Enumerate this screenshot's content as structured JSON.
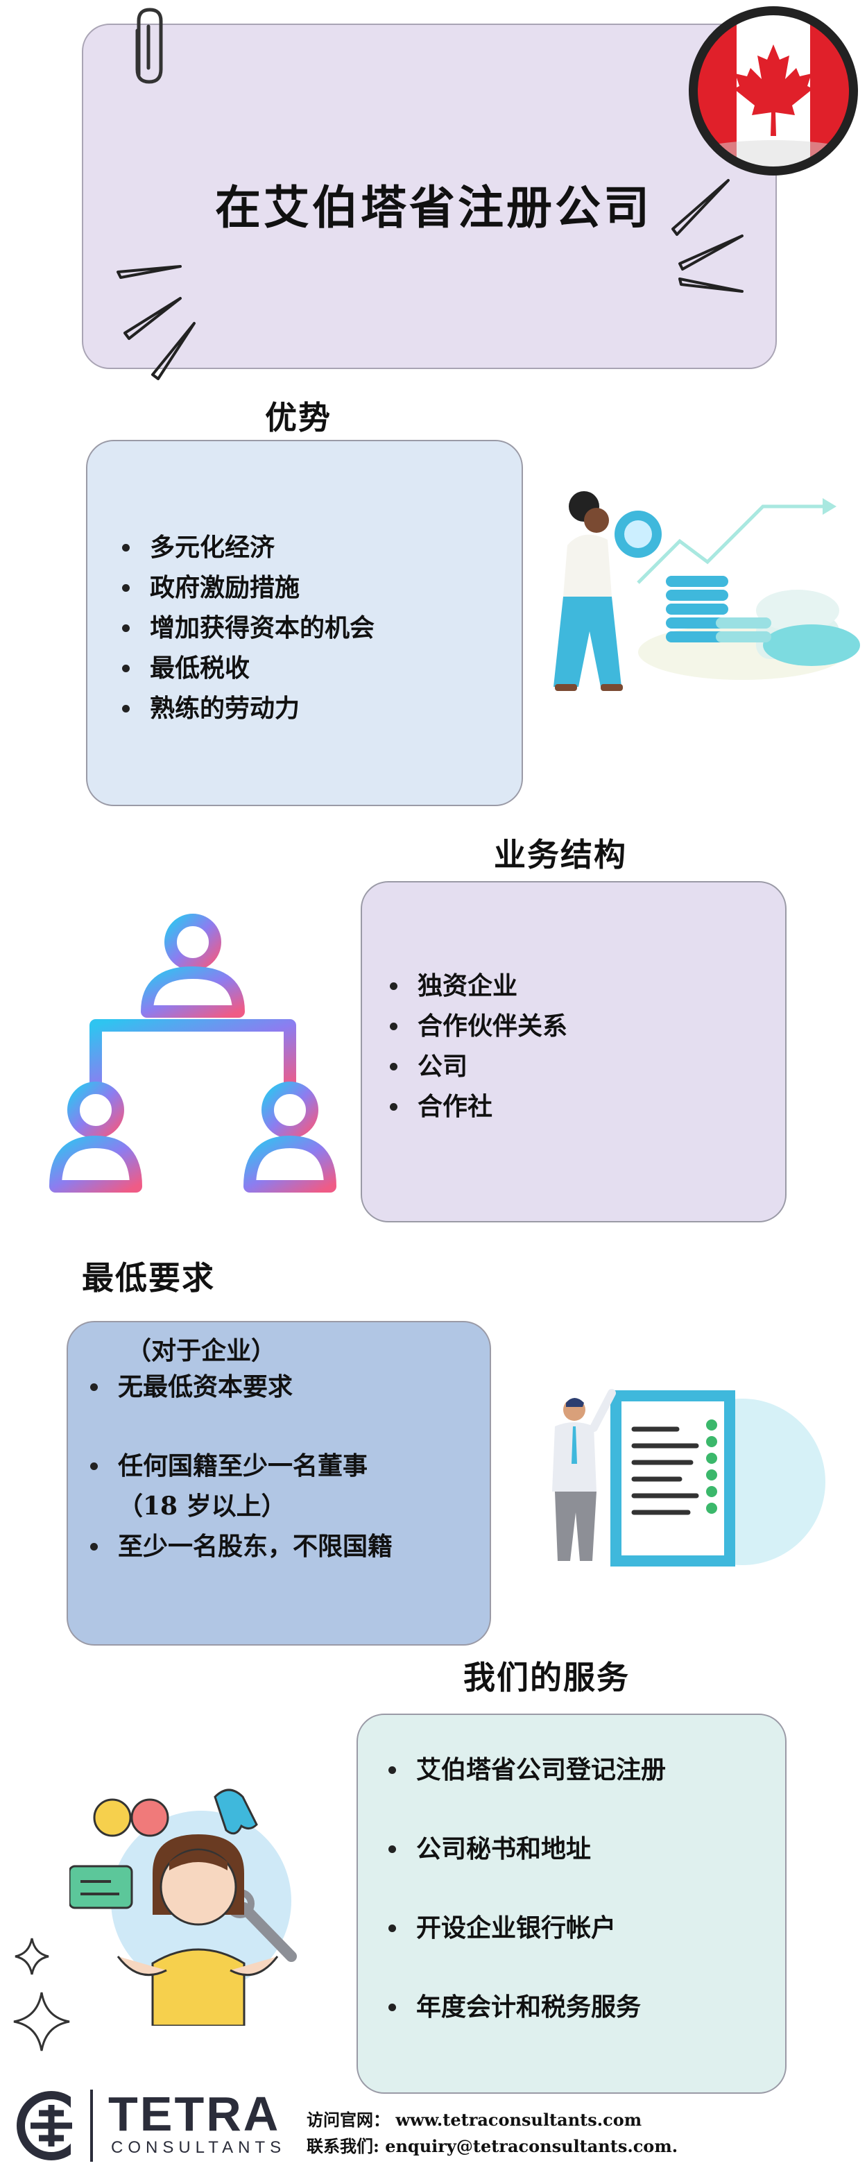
{
  "header": {
    "title": "在艾伯塔省注册公司"
  },
  "advantages": {
    "heading": "优势",
    "items": [
      "多元化经济",
      "政府激励措施",
      "增加获得资本的机会",
      "最低税收",
      "熟练的劳动力"
    ]
  },
  "business_structure": {
    "heading": "业务结构",
    "items": [
      "独资企业",
      "合作伙伴关系",
      "公司",
      "合作社"
    ]
  },
  "minimum_requirements": {
    "heading": "最低要求",
    "subheading": "（对于企业）",
    "items": [
      "无最低资本要求",
      "任何国籍至少一名董事",
      "至少一名股东，不限国籍"
    ],
    "item2_line2": "（18 岁以上）"
  },
  "services": {
    "heading": "我们的服务",
    "items": [
      "艾伯塔省公司登记注册",
      "公司秘书和地址",
      "开设企业银行帐户",
      "年度会计和税务服务"
    ]
  },
  "footer": {
    "brand_name": "TETRA",
    "brand_sub": "CONSULTANTS",
    "website_line": "访问官网： www.tetraconsultants.com",
    "contact_line": "联系我们: enquiry@tetraconsultants.com."
  },
  "colors": {
    "header_card": "#e6dff0",
    "advantages_card": "#dde8f5",
    "structure_card": "#e4def0",
    "requirements_card": "#b1c6e4",
    "services_card": "#dff0ee",
    "accent_cyan": "#3fb8dc",
    "flag_red": "#e0202a"
  }
}
